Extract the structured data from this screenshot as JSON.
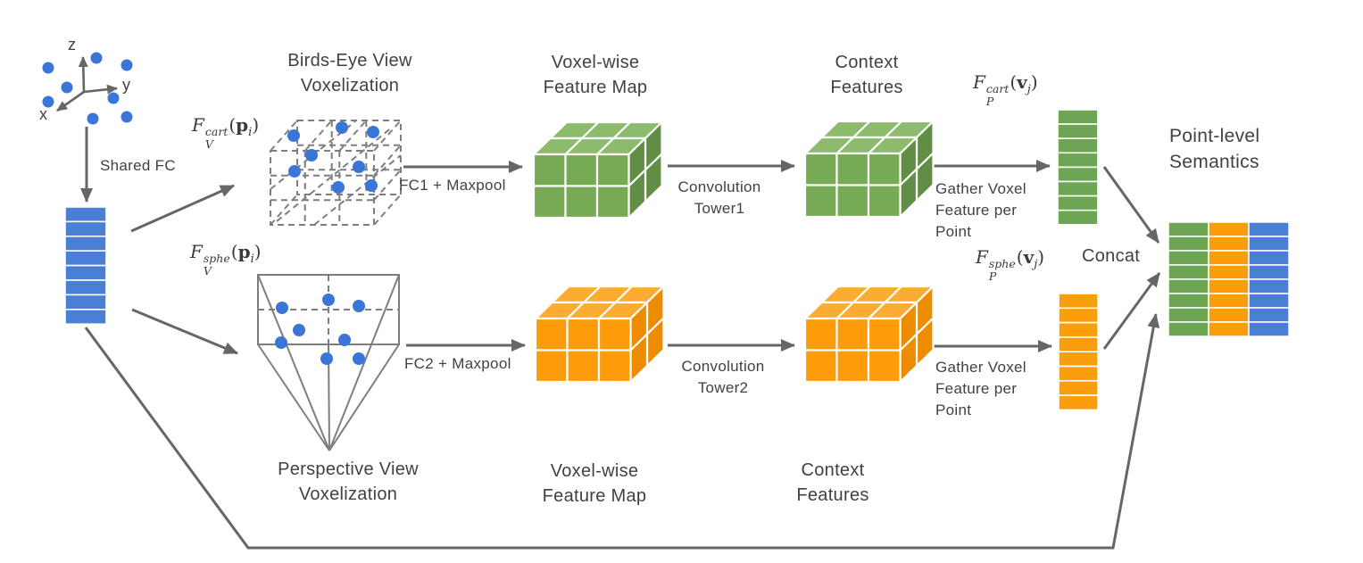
{
  "palette": {
    "blue": "#4a7fd5",
    "green": "#6da653",
    "orange": "#fa9d0a",
    "cube_green_front": "#76aa55",
    "cube_green_top": "#8cbb6d",
    "cube_green_side": "#618e45",
    "cube_orange_front": "#fd9c0a",
    "cube_orange_top": "#fdac33",
    "cube_orange_side": "#ee8c00",
    "dot_blue": "#3a76d8",
    "line_gray": "#666666",
    "wire_gray": "#7e7e7e",
    "text_gray": "#414141"
  },
  "axes": {
    "x": "x",
    "y": "y",
    "z": "z"
  },
  "labels": {
    "shared_fc": "Shared FC",
    "bev": {
      "l1": "Birds-Eye View",
      "l2": "Voxelization"
    },
    "voxel_map_top": {
      "l1": "Voxel-wise",
      "l2": "Feature Map"
    },
    "context_top": {
      "l1": "Context",
      "l2": "Features"
    },
    "point_level": {
      "l1": "Point-level",
      "l2": "Semantics"
    },
    "fc1": "FC1 + Maxpool",
    "conv1": {
      "l1": "Convolution",
      "l2": "Tower1"
    },
    "gather1": {
      "l1": "Gather Voxel",
      "l2": "Feature per",
      "l3": "Point"
    },
    "concat": "Concat",
    "fc2": "FC2 + Maxpool",
    "conv2": {
      "l1": "Convolution",
      "l2": "Tower2"
    },
    "gather2": {
      "l1": "Gather Voxel",
      "l2": "Feature per",
      "l3": "Point"
    },
    "persp": {
      "l1": "Perspective View",
      "l2": "Voxelization"
    },
    "voxel_map_bottom": {
      "l1": "Voxel-wise",
      "l2": "Feature Map"
    },
    "context_bottom": {
      "l1": "Context",
      "l2": "Features"
    }
  },
  "formulas": {
    "fv_cart": {
      "base": "F",
      "sup": "cart",
      "sub": "V",
      "lp": "(",
      "arg": "p",
      "argsub": "i",
      "rp": ")"
    },
    "fv_sphe": {
      "base": "F",
      "sup": "sphe",
      "sub": "V",
      "lp": "(",
      "arg": "p",
      "argsub": "i",
      "rp": ")"
    },
    "fp_cart": {
      "base": "F",
      "sup": "cart",
      "sub": "P",
      "lp": "(",
      "arg": "v",
      "argsub": "j",
      "rp": ")"
    },
    "fp_sphe": {
      "base": "F",
      "sup": "sphe",
      "sub": "P",
      "lp": "(",
      "arg": "v",
      "argsub": "j",
      "rp": ")"
    }
  },
  "stacks": {
    "input": {
      "count": 8,
      "color": "blue"
    },
    "cart_feature": {
      "count": 8,
      "color": "green"
    },
    "sphe_feature": {
      "count": 8,
      "color": "orange"
    }
  },
  "cubes": {
    "voxel_map_cart": {
      "cols": 3,
      "rows": 2,
      "depth": 2,
      "color": "green"
    },
    "context_cart": {
      "cols": 3,
      "rows": 2,
      "depth": 2,
      "color": "green"
    },
    "voxel_map_sphe": {
      "cols": 3,
      "rows": 2,
      "depth": 2,
      "color": "orange"
    },
    "context_sphe": {
      "cols": 3,
      "rows": 2,
      "depth": 2,
      "color": "orange"
    }
  },
  "output_grid": {
    "rows": 8,
    "columns": [
      "green",
      "orange",
      "blue"
    ]
  }
}
